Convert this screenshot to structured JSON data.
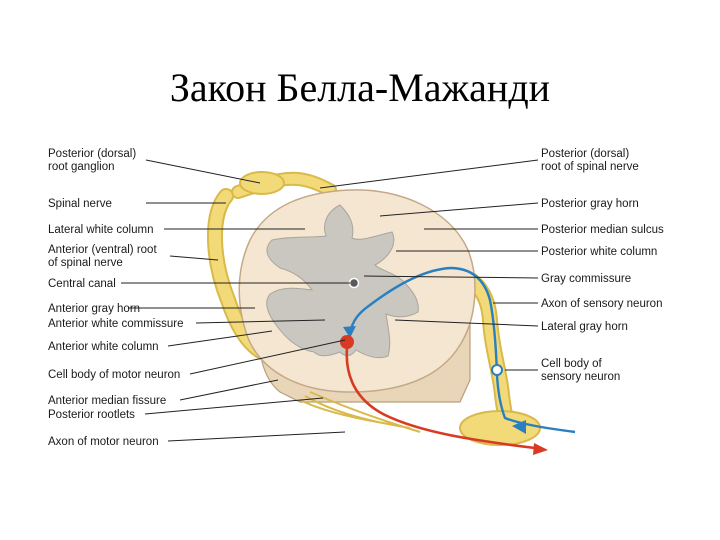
{
  "slide": {
    "title": "Закон Белла-Мажанди"
  },
  "colors": {
    "gray_matter": "#c9c7c0",
    "white_matter": "#f4e6d0",
    "nerve": "#f2da78",
    "sensory_axon": "#2a7fc0",
    "motor_axon": "#d83a22"
  },
  "labels": {
    "left": [
      "Posterior (dorsal)\nroot ganglion",
      "Spinal nerve",
      "Lateral white column",
      "Anterior (ventral) root\nof spinal nerve",
      "Central canal",
      "Anterior gray horn",
      "Anterior white commissure",
      "Anterior white column",
      "Cell body of motor neuron",
      "Anterior median fissure",
      "Posterior rootlets",
      "Axon of motor neuron"
    ],
    "right": [
      "Posterior (dorsal)\nroot of spinal nerve",
      "Posterior gray horn",
      "Posterior median sulcus",
      "Posterior white column",
      "Gray commissure",
      "Axon of sensory neuron",
      "Lateral gray horn",
      "Cell body of\nsensory neuron"
    ]
  }
}
